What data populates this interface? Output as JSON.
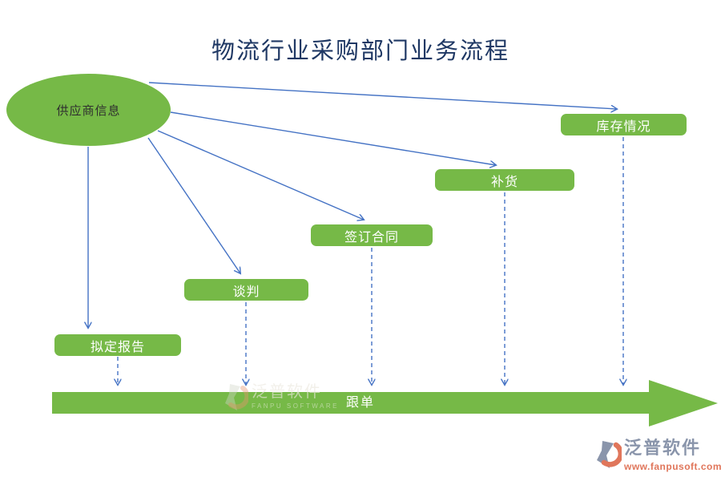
{
  "title": "物流行业采购部门业务流程",
  "nodes": {
    "supplier": {
      "label": "供应商信息"
    },
    "inventory": {
      "label": "库存情况"
    },
    "replenishment": {
      "label": "补货"
    },
    "contract": {
      "label": "签订合同"
    },
    "negotiation": {
      "label": "谈判"
    },
    "report": {
      "label": "拟定报告"
    }
  },
  "flow_arrow": {
    "label": "跟单"
  },
  "watermark": {
    "brand": "泛普软件",
    "brand_en": "FANPU SOFTWARE"
  },
  "footer_logo": {
    "brand": "泛普软件",
    "url": "www.fanpusoft.com"
  },
  "colors": {
    "node_green": "#76B947",
    "connector_blue": "#4472C4",
    "title_navy": "#1F3864",
    "logo_gray_blue": "#8A95AB",
    "logo_orange": "#E0765B"
  }
}
